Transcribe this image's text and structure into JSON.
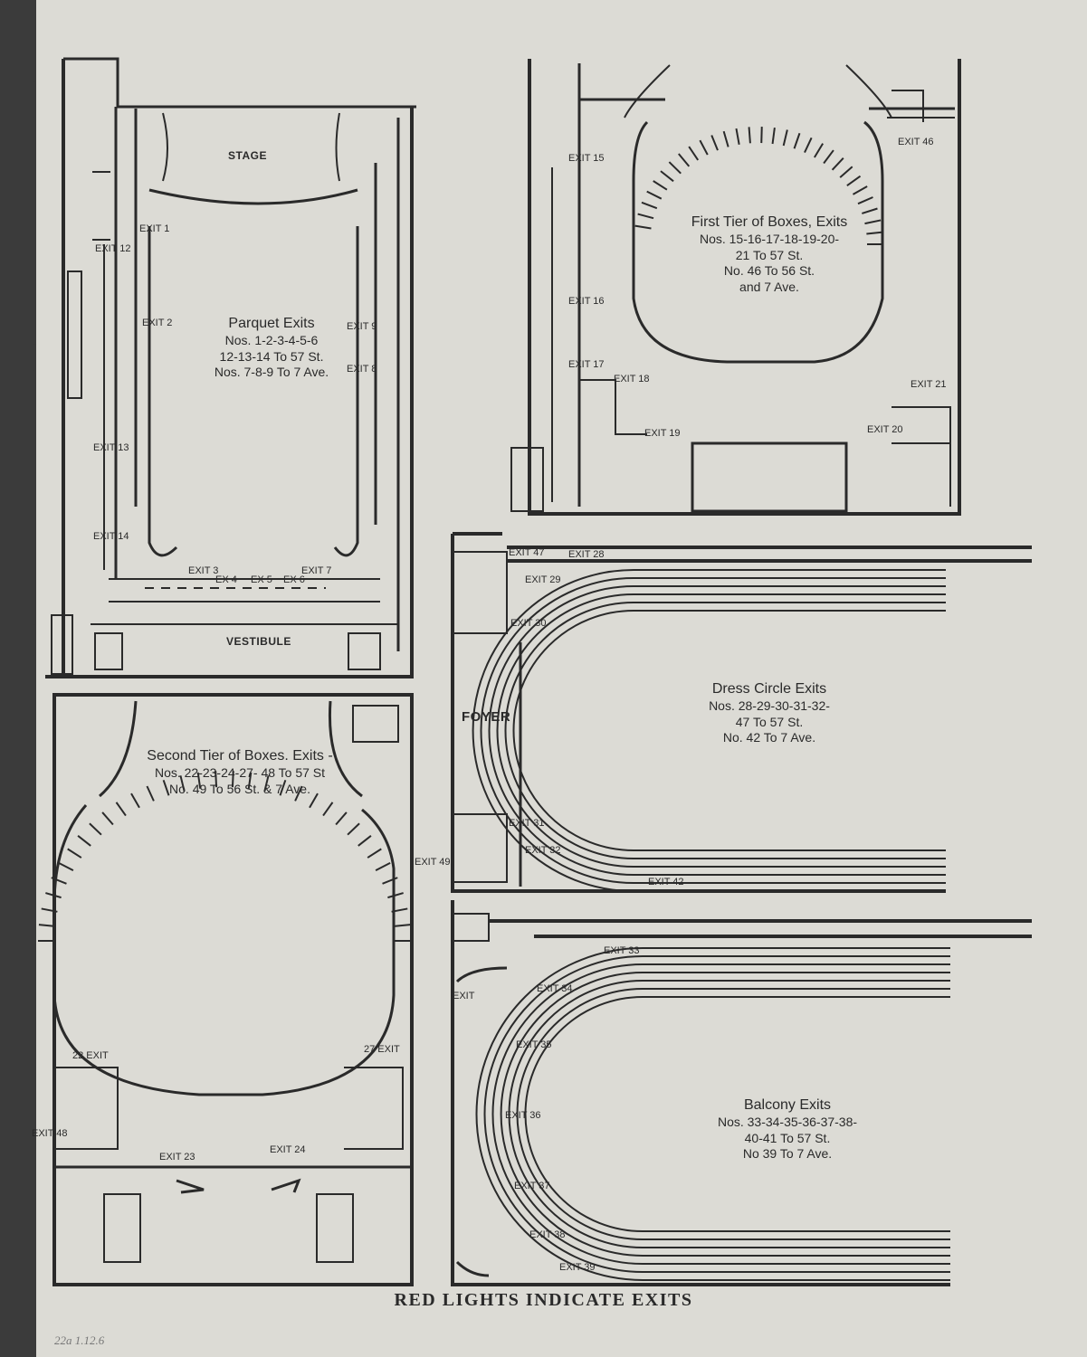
{
  "plans": {
    "parquet": {
      "caption": [
        "Parquet Exits",
        "Nos. 1-2-3-4-5-6",
        "12-13-14 To 57 St.",
        "Nos. 7-8-9 To 7 Ave."
      ],
      "rooms": {
        "stage": "STAGE",
        "vestibule": "VESTIBULE"
      },
      "exits": [
        "EXIT 1",
        "EXIT 2",
        "EXIT 3",
        "EX 4",
        "EX 5",
        "EX 6",
        "EXIT 7",
        "EXIT 8",
        "EXIT 9",
        "EXIT 12",
        "EXIT 13",
        "EXIT 14"
      ]
    },
    "first_tier": {
      "caption": [
        "First Tier of Boxes, Exits",
        "Nos. 15-16-17-18-19-20-",
        "21 To 57 St.",
        "No. 46 To 56 St.",
        "and 7 Ave."
      ],
      "exits": [
        "EXIT 15",
        "EXIT 16",
        "EXIT 17",
        "EXIT 18",
        "EXIT 19",
        "EXIT 20",
        "EXIT 21",
        "EXIT 46"
      ]
    },
    "second_tier": {
      "caption": [
        "Second Tier of Boxes. Exits -",
        "Nos. 22-23-24-27- 48 To 57 St",
        "No. 49 To 56 St. & 7 Ave."
      ],
      "exits": [
        "22 EXIT",
        "EXIT 23",
        "EXIT 24",
        "27 EXIT",
        "EXIT 48",
        "EXIT 49"
      ]
    },
    "dress_circle": {
      "caption": [
        "Dress Circle Exits",
        "Nos. 28-29-30-31-32-",
        "47 To 57 St.",
        "No. 42 To 7 Ave."
      ],
      "rooms": {
        "foyer": "FOYER"
      },
      "exits": [
        "EXIT 47",
        "EXIT 28",
        "EXIT 29",
        "EXIT 30",
        "EXIT 31",
        "EXIT 32",
        "EXIT 42"
      ]
    },
    "balcony": {
      "caption": [
        "Balcony Exits",
        "Nos. 33-34-35-36-37-38-",
        "40-41 To 57 St.",
        "No 39 To 7 Ave."
      ],
      "exits": [
        "EXIT 33",
        "EXIT 34",
        "EXIT 35",
        "EXIT 36",
        "EXIT 37",
        "EXIT 38",
        "EXIT 39",
        "EXIT"
      ]
    }
  },
  "footer": "RED LIGHTS INDICATE EXITS",
  "archive_note": "22a 1.12.6",
  "colors": {
    "paper": "#dcdbd5",
    "ink": "#2a2a2a",
    "background": "#3b3b3b"
  }
}
